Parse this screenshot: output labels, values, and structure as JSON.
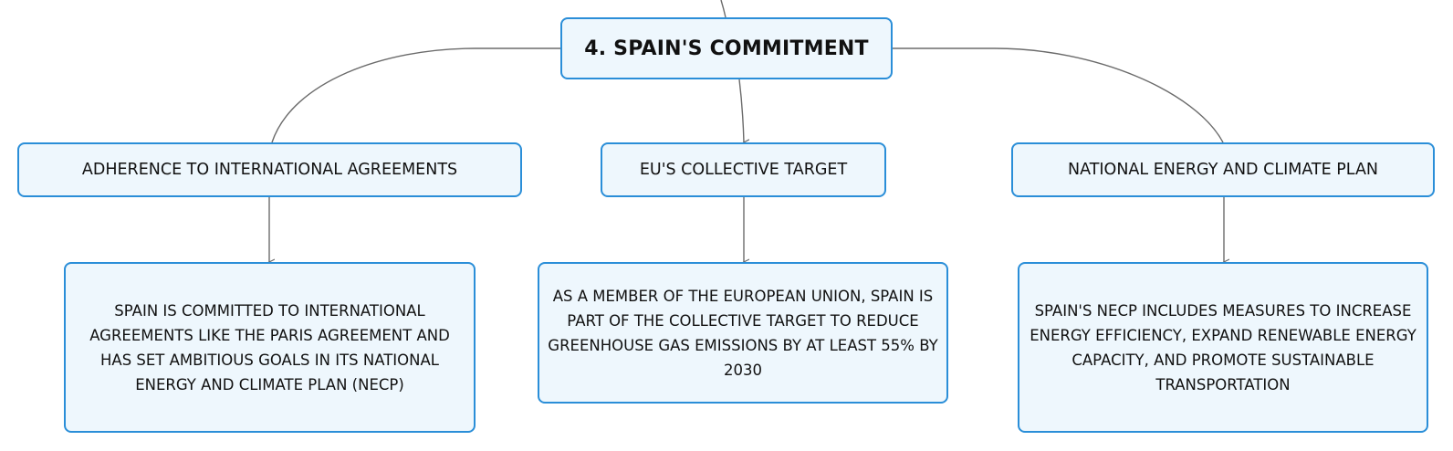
{
  "diagram": {
    "root": {
      "label": "4. SPAIN'S COMMITMENT"
    },
    "branches": [
      {
        "label": "ADHERENCE TO INTERNATIONAL AGREEMENTS",
        "detail": "SPAIN IS COMMITTED TO INTERNATIONAL AGREEMENTS LIKE THE PARIS AGREEMENT AND HAS SET AMBITIOUS GOALS IN ITS NATIONAL ENERGY AND CLIMATE PLAN (NECP)"
      },
      {
        "label": "EU'S COLLECTIVE TARGET",
        "detail": "AS A MEMBER OF THE EUROPEAN UNION, SPAIN IS PART OF THE COLLECTIVE TARGET TO REDUCE GREENHOUSE GAS EMISSIONS BY AT LEAST 55% BY 2030"
      },
      {
        "label": "NATIONAL ENERGY AND CLIMATE PLAN",
        "detail": "SPAIN'S NECP INCLUDES MEASURES TO INCREASE ENERGY EFFICIENCY, EXPAND RENEWABLE ENERGY CAPACITY, AND PROMOTE SUSTAINABLE TRANSPORTATION"
      }
    ],
    "colors": {
      "node_border": "#2a8ed8",
      "node_fill": "#eef7fd",
      "connector": "#6b6b6b"
    }
  }
}
